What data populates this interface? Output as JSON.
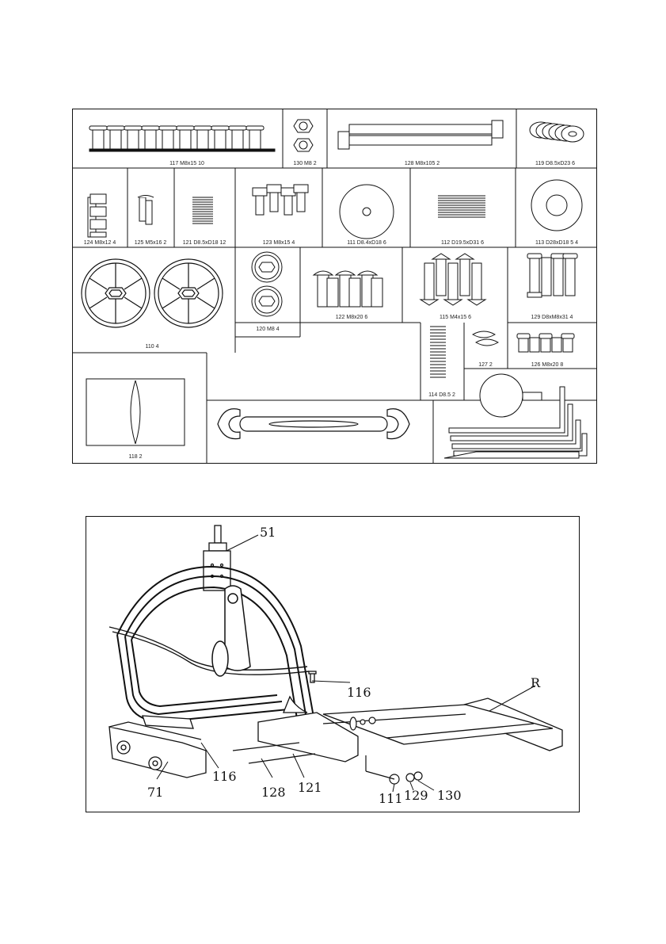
{
  "parts": [
    {
      "id": "p117",
      "label": "117 M8x15 10"
    },
    {
      "id": "p130",
      "label": "130 M8 2"
    },
    {
      "id": "p128",
      "label": "128 M8x105 2"
    },
    {
      "id": "p119",
      "label": "119 D8.5xD23 6"
    },
    {
      "id": "p124",
      "label": "124 M8x12 4"
    },
    {
      "id": "p125",
      "label": "125 M5x16 2"
    },
    {
      "id": "p121",
      "label": "121 D8.5xD18 12"
    },
    {
      "id": "p123",
      "label": "123 M8x15 4"
    },
    {
      "id": "p111",
      "label": "111 D8.4xD18 6"
    },
    {
      "id": "p112",
      "label": "112 D19.5xD31 6"
    },
    {
      "id": "p113",
      "label": "113 D28xD18 5 4"
    },
    {
      "id": "p110",
      "label": "110 4"
    },
    {
      "id": "p120",
      "label": "120 M8 4"
    },
    {
      "id": "p122",
      "label": "122 M8x20 6"
    },
    {
      "id": "p115",
      "label": "115 M4x15 6"
    },
    {
      "id": "p129",
      "label": "129 D8xM8x31 4"
    },
    {
      "id": "p114",
      "label": "114 D8.5 2"
    },
    {
      "id": "p127",
      "label": "127 2"
    },
    {
      "id": "p126",
      "label": "126 M8x20 8"
    },
    {
      "id": "p118",
      "label": "118 2"
    }
  ],
  "callouts": {
    "c51": "51",
    "c116a": "116",
    "c116b": "116",
    "cR": "R",
    "c71": "71",
    "c128": "128",
    "c121": "121",
    "c111": "111",
    "c129": "129",
    "c130": "130"
  }
}
